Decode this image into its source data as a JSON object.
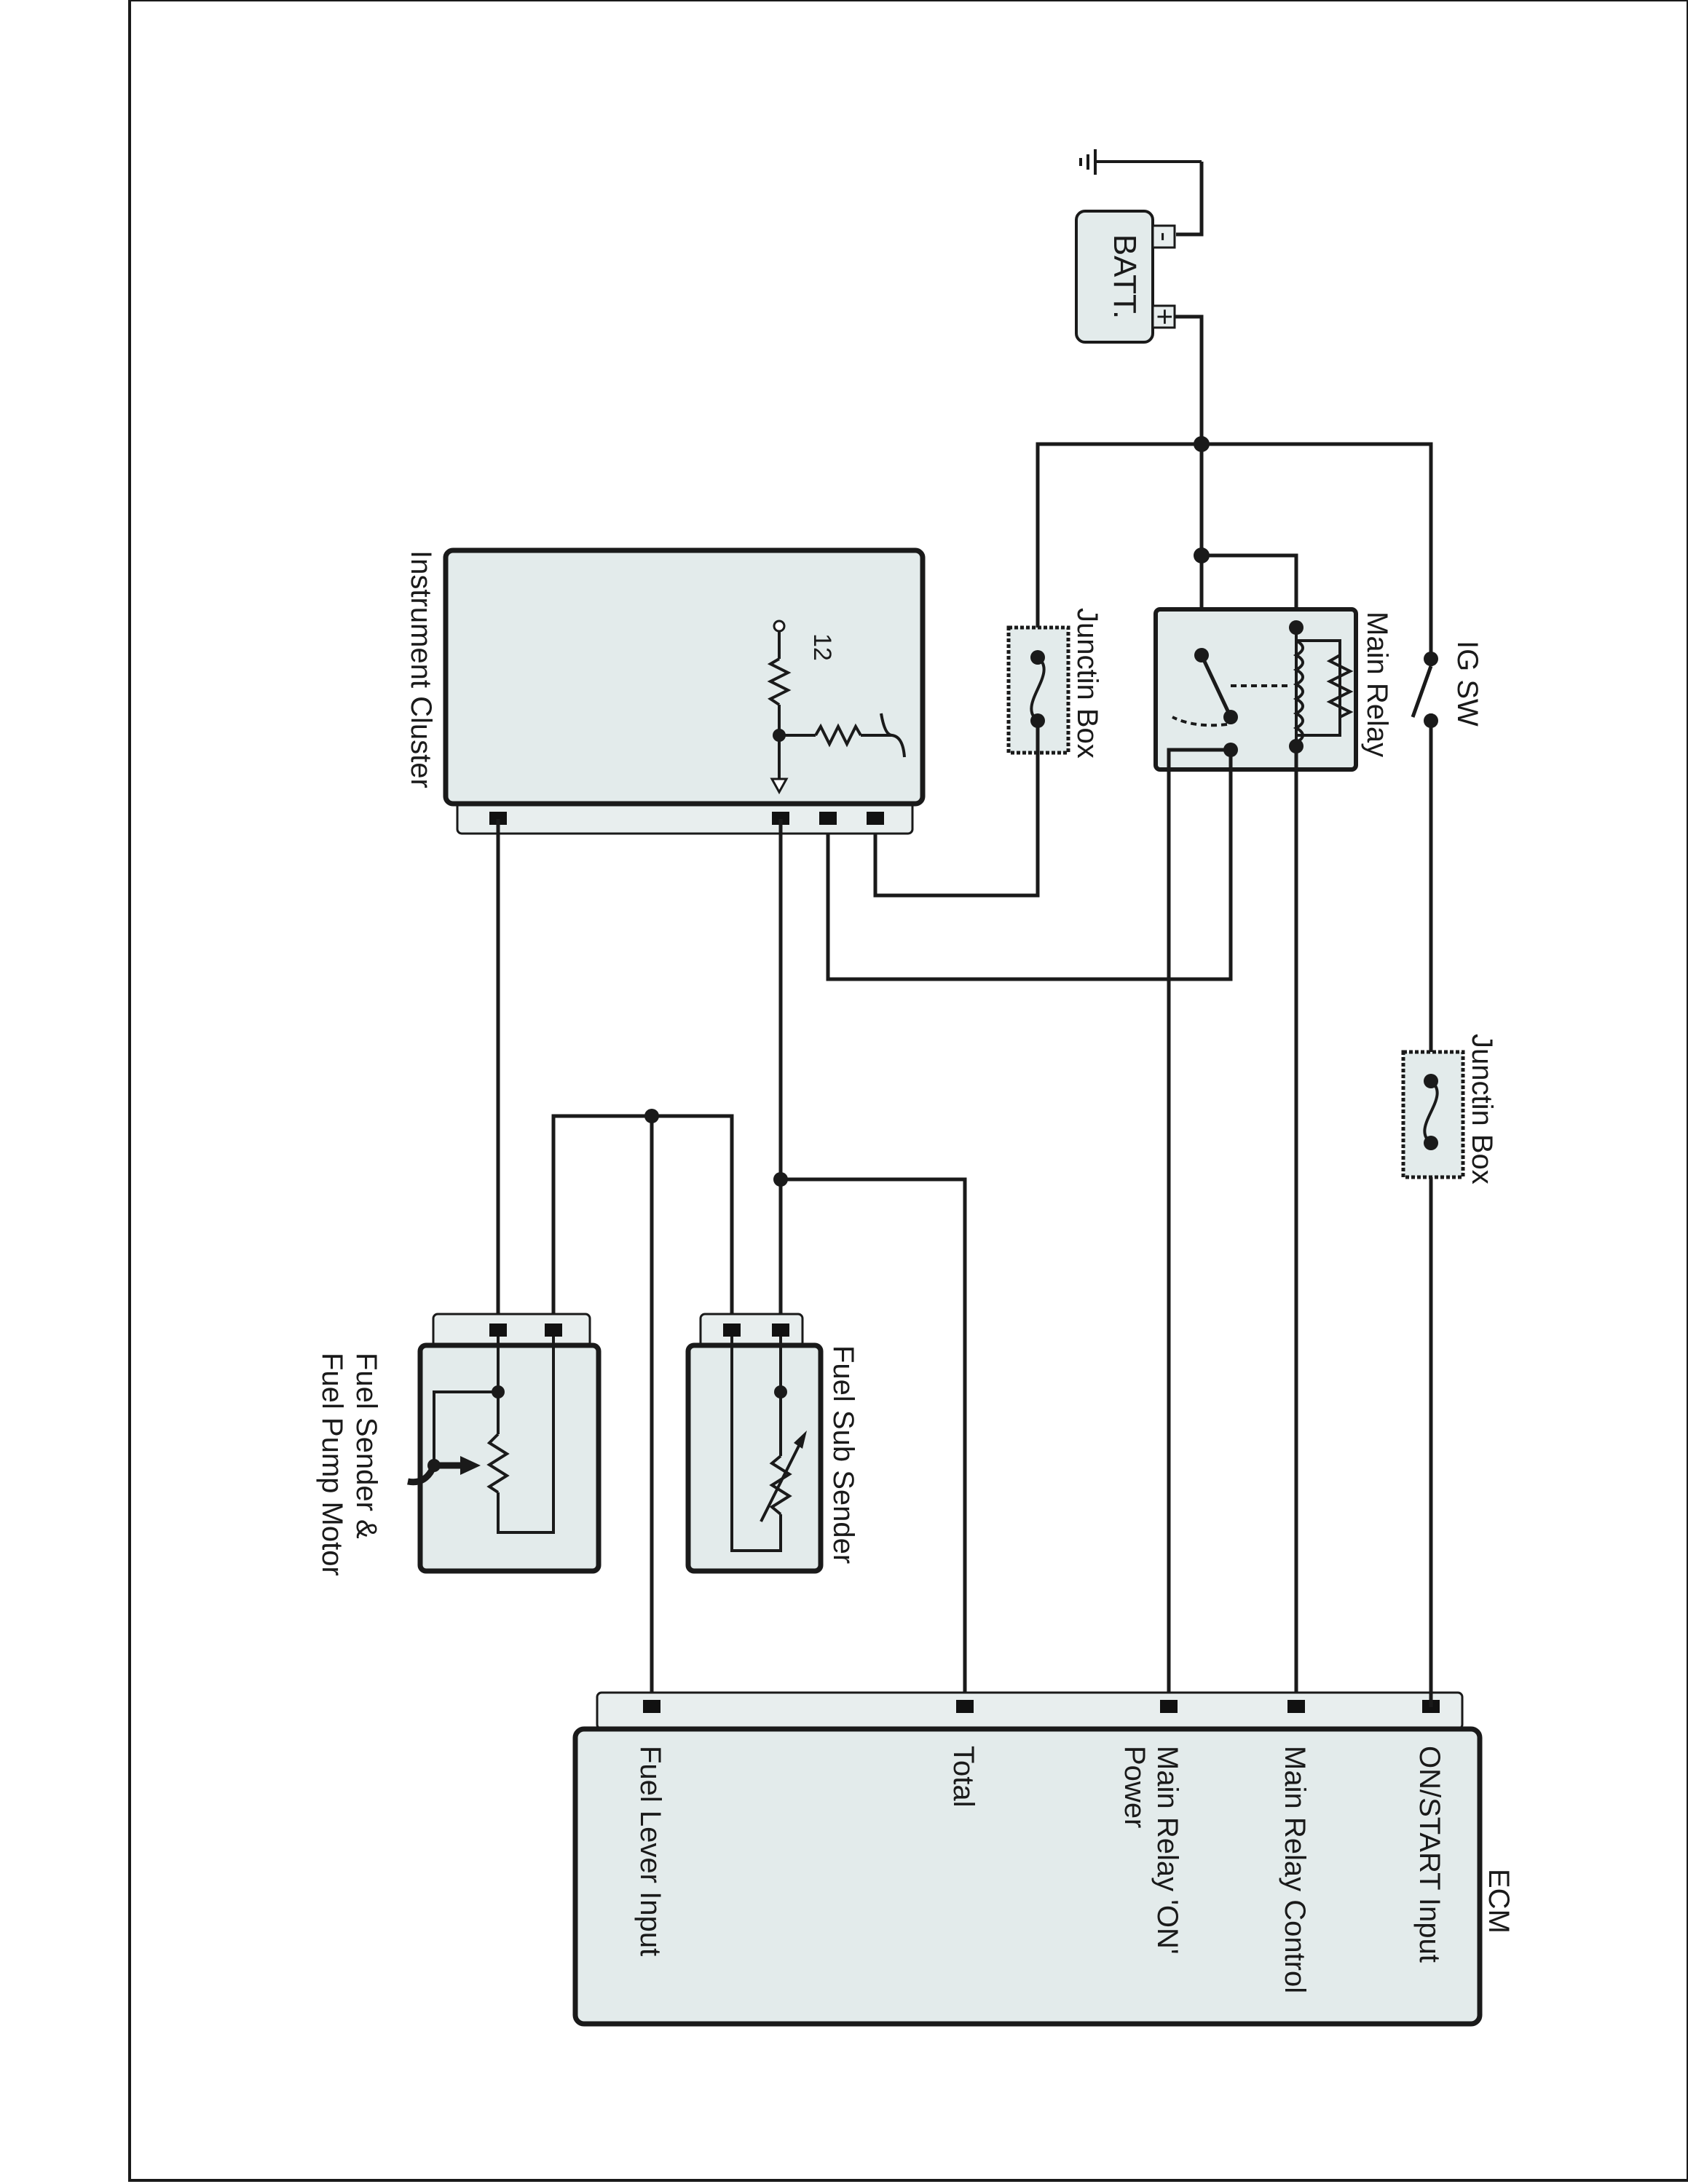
{
  "components": {
    "battery": {
      "label": "BATT.",
      "neg": "-",
      "pos": "+"
    },
    "ig_switch": {
      "label": "IG SW"
    },
    "main_relay": {
      "label": "Main Relay"
    },
    "junction_box_1": {
      "label": "Junctin Box"
    },
    "junction_box_2": {
      "label": "Junctin Box"
    },
    "instrument_cluster": {
      "label": "Instrument Cluster",
      "pin_label": "12"
    },
    "fuel_sub_sender": {
      "label": "Fuel Sub Sender"
    },
    "fuel_sender": {
      "label_line1": "Fuel Sender &",
      "label_line2": "Fuel Pump Motor"
    },
    "ecm": {
      "label": "ECM",
      "inputs": {
        "on_start": "ON/START Input",
        "relay_control": "Main Relay Control",
        "relay_on_line1": "Main Relay 'ON'",
        "relay_on_line2": "Power",
        "total": "Total",
        "fuel_lever": "Fuel Lever Input"
      }
    }
  },
  "colors": {
    "component_fill": "#e3ebeb",
    "line": "#1a1a1a"
  }
}
